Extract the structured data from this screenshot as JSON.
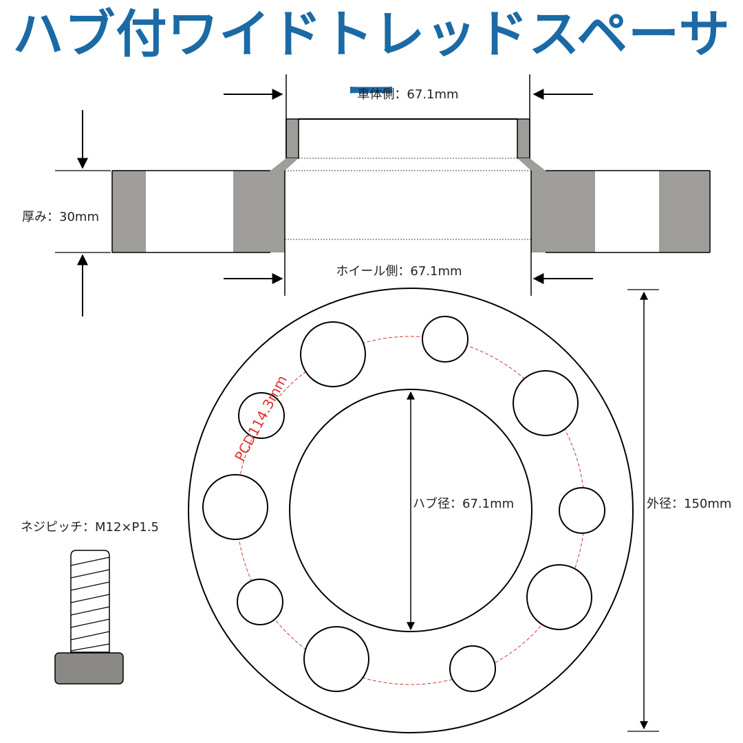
{
  "title": "ハブ付ワイドトレッドスペーサー",
  "labels": {
    "car_side": "車体側：67.1mm",
    "thickness": "厚み：30mm",
    "wheel_side": "ホイール側：67.1mm",
    "hub_diameter": "ハブ径：67.1mm",
    "outer_diameter": "外径：150mm",
    "pcd": "PCD114.3mm",
    "thread_pitch": "ネジピッチ：M12×P1.5"
  },
  "colors": {
    "title": "#1b6aa5",
    "body_gray": "#9e9d99",
    "pcd_line": "#d33333",
    "bolt_head": "#8a8986"
  }
}
